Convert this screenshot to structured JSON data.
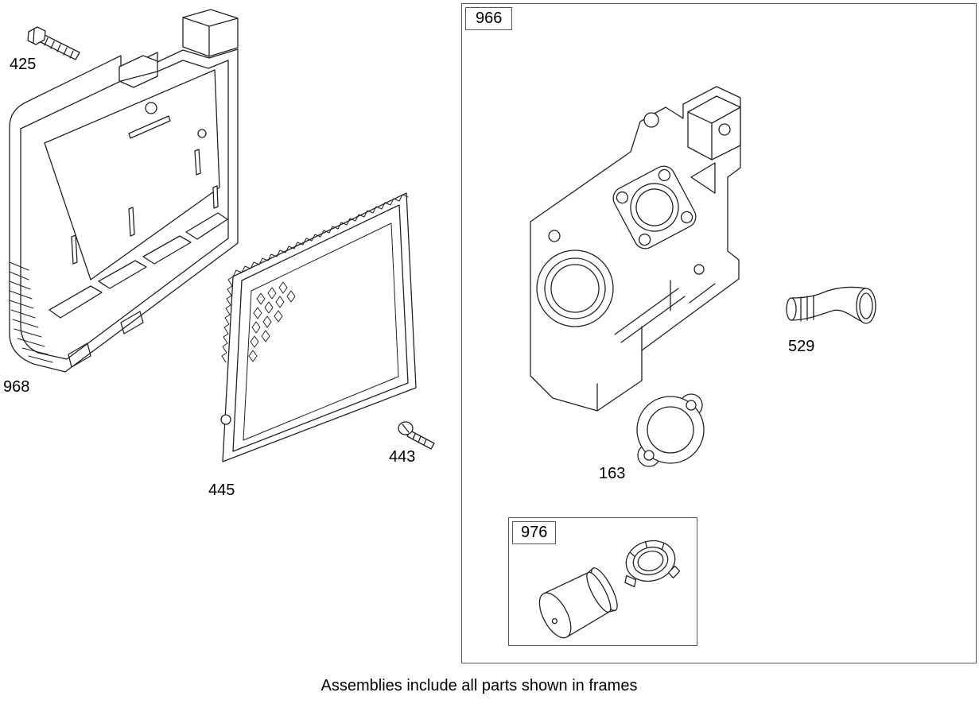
{
  "caption": "Assemblies include all parts shown in frames",
  "labels": {
    "bolt": "425",
    "base": "968",
    "filter": "445",
    "screw": "443",
    "frame_main": "966",
    "elbow": "529",
    "gasket": "163",
    "frame_sub": "976"
  }
}
